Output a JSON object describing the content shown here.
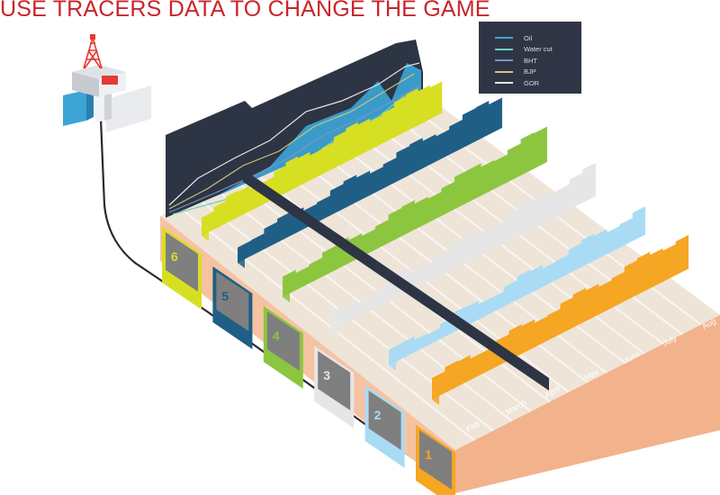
{
  "headline": "USE TRACERS DATA TO CHANGE THE GAME",
  "legend": {
    "items": [
      {
        "label": "Oil",
        "color": "#3aa8c9"
      },
      {
        "label": "Water cut",
        "color": "#69d3c6"
      },
      {
        "label": "BHT",
        "color": "#7a93c9"
      },
      {
        "label": "BJP",
        "color": "#c9c47a"
      },
      {
        "label": "GOR",
        "color": "#e6e6e6"
      }
    ]
  },
  "months": [
    "Feb",
    "March",
    "April",
    "May",
    "June",
    "July",
    "Aug"
  ],
  "zones": [
    {
      "number": "1",
      "color": "#f5a623"
    },
    {
      "number": "2",
      "color": "#a9dcf4"
    },
    {
      "number": "3",
      "color": "#e6e6e6"
    },
    {
      "number": "4",
      "color": "#8cc63f"
    },
    {
      "number": "5",
      "color": "#1f5f86"
    },
    {
      "number": "6",
      "color": "#d7df23"
    }
  ],
  "icons": {
    "rig": "oil-rig-icon"
  }
}
